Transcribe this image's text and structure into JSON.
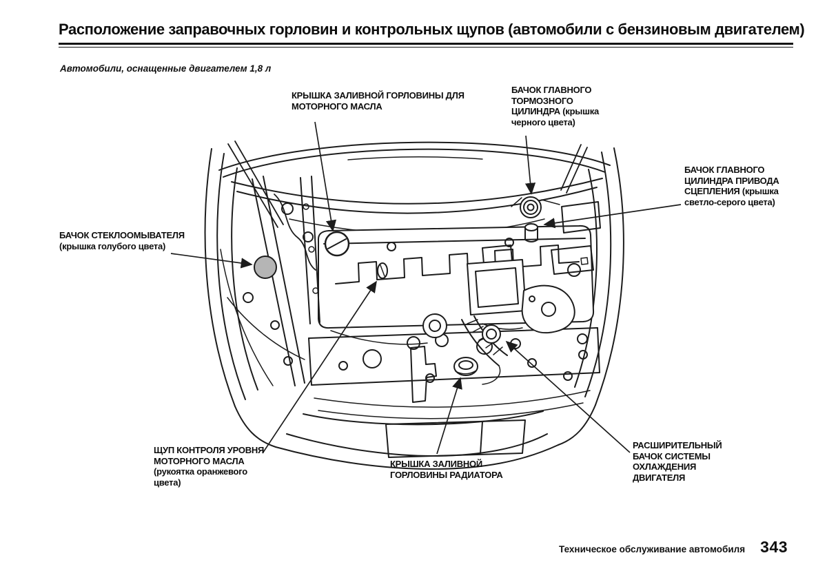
{
  "page": {
    "title": "Расположение заправочных горловин и контрольных щупов (автомобили с бензиновым двигателем)",
    "subtitle": "Автомобили, оснащенные двигателем 1,8 л",
    "footer_text": "Техническое обслуживание автомобиля",
    "page_number": "343"
  },
  "diagram": {
    "description": "Моторный отсек автомобиля, вид спереди сверху (открытый капот)",
    "colors": {
      "line": "#1c1c1c",
      "washer_cap_fill": "#b5b5b5"
    },
    "callouts": [
      {
        "id": "oil-filler-cap",
        "text": "КРЫШКА ЗАЛИВНОЙ ГОРЛОВИНЫ ДЛЯ МОТОРНОГО МАСЛА"
      },
      {
        "id": "brake-reservoir",
        "text": "БАЧОК ГЛАВНОГО ТОРМОЗНОГО ЦИЛИНДРА (крышка черного цвета)"
      },
      {
        "id": "clutch-reservoir",
        "text": "БАЧОК ГЛАВНОГО ЦИЛИНДРА ПРИВОДА СЦЕПЛЕНИЯ (крышка светло-серого цвета)"
      },
      {
        "id": "washer-reservoir",
        "text": "БАЧОК СТЕКЛООМЫВАТЕЛЯ (крышка голубого цвета)"
      },
      {
        "id": "oil-dipstick",
        "text": "ЩУП КОНТРОЛЯ УРОВНЯ МОТОРНОГО МАСЛА (рукоятка оранжевого цвета)"
      },
      {
        "id": "radiator-cap",
        "text": "КРЫШКА ЗАЛИВНОЙ ГОРЛОВИНЫ РАДИАТОРА"
      },
      {
        "id": "expansion-tank",
        "text": "РАСШИРИТЕЛЬНЫЙ БАЧОК СИСТЕМЫ ОХЛАЖДЕНИЯ ДВИГАТЕЛЯ"
      }
    ]
  }
}
